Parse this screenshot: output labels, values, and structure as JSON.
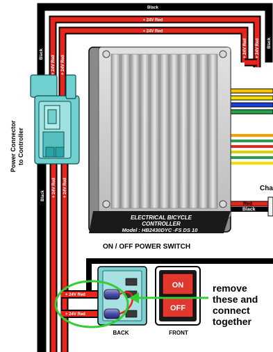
{
  "wires": {
    "black": "Black",
    "red": "+ 24V Red"
  },
  "connector": {
    "label_line1": "Power Connector",
    "label_line2": "to Controller"
  },
  "controller": {
    "line1": "ELECTRICAL BICYCLE",
    "line2": "CONTROLLER",
    "model": "Model : HB2430DYC -FS DS 10"
  },
  "switch": {
    "title": "ON / OFF POWER SWITCH",
    "on_label": "ON",
    "off_label": "OFF",
    "back_label": "BACK",
    "front_label": "FRONT"
  },
  "annotation": {
    "line1": "remove",
    "line2": "these and",
    "line3": "connect",
    "line4": "together"
  },
  "partial_label": "Cha",
  "colors": {
    "red_wire": "#e8251c",
    "black_wire": "#000000",
    "connector": "#6fd0cf",
    "controller_body": "#cfcfcf",
    "controller_label_bg": "#1a1a1a",
    "switch_back": "#7dcfd2",
    "switch_front": "#e0382e",
    "highlight": "#33cc33",
    "arrow": "#33cc33"
  }
}
